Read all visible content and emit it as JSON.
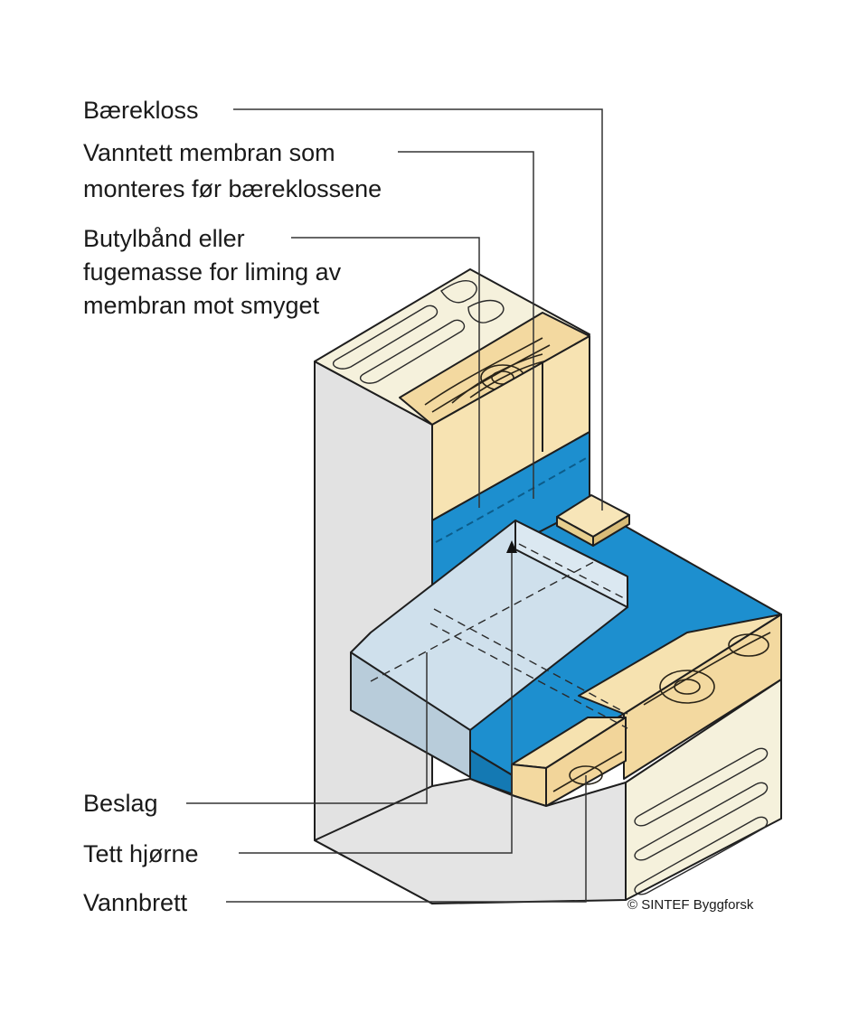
{
  "labels": {
    "baerekloss": "Bærekloss",
    "membran_line1": "Vanntett membran som",
    "membran_line2": "monteres før bæreklossene",
    "butyl_line1": "Butylbånd eller",
    "butyl_line2": "fugemasse for liming av",
    "butyl_line3": "membran mot smyget",
    "beslag": "Beslag",
    "tett_hjorne": "Tett hjørne",
    "vannbrett": "Vannbrett"
  },
  "copyright": "© SINTEF Byggforsk",
  "colors": {
    "wall_grey": "#dcdcdc",
    "wood": "#f6e2b0",
    "insulation": "#f4f0da",
    "membrane_blue": "#1d8fcf",
    "flashing": "#cfe0ec"
  }
}
